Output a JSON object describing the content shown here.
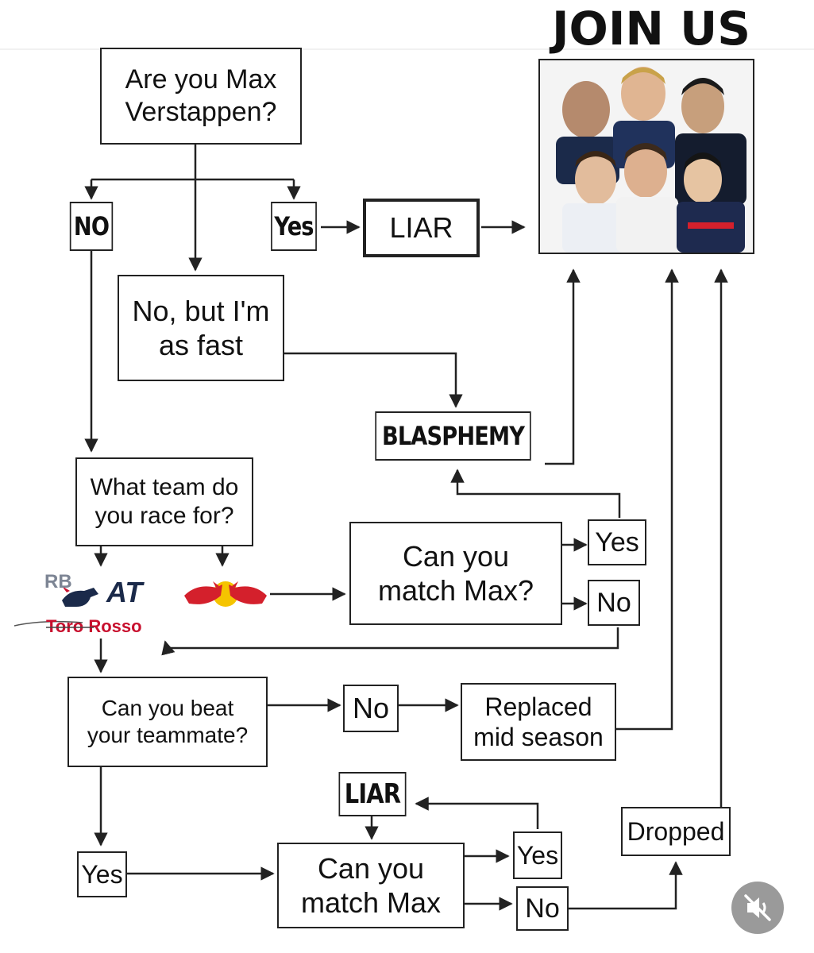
{
  "title": "JOIN US",
  "nodes": {
    "q_max": "Are you Max\nVerstappen?",
    "ans_no": "NO",
    "ans_yes": "Yes",
    "liar_top": "LIAR",
    "as_fast": "No, but I'm\nas fast",
    "blasphemy": "BLASPHEMY",
    "q_team": "What team do\nyou race for?",
    "q_match_red": "Can you\nmatch Max?",
    "red_yes": "Yes",
    "red_no": "No",
    "q_beat": "Can you beat\nyour teammate?",
    "beat_no": "No",
    "replaced": "Replaced\nmid season",
    "liar_bottom": "LIAR",
    "beat_yes": "Yes",
    "q_match_bottom": "Can you\nmatch Max",
    "bottom_yes": "Yes",
    "bottom_no": "No",
    "dropped": "Dropped"
  },
  "logos": {
    "team_left_a": "RB",
    "team_left_b": "AT",
    "team_left_c": "Toro Rosso"
  },
  "icons": {
    "photo": "driver-group-photo",
    "redbull": "red-bull-logo",
    "mute": "mute-icon"
  },
  "colors": {
    "line": "#222222",
    "redbull_red": "#d4202c",
    "redbull_yellow": "#f5c400",
    "tororosso_red": "#c8102e",
    "rb_navy": "#1b2a4a"
  }
}
